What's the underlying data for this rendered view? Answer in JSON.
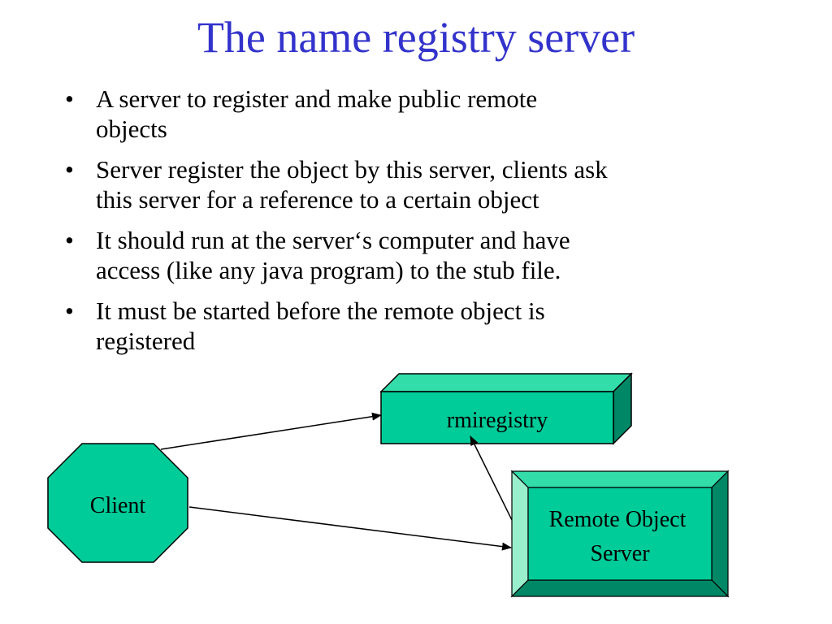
{
  "title": "The name registry server",
  "bullet_symbol": "•",
  "bullets": [
    {
      "line1": "A server to register and make public remote",
      "line2": "objects"
    },
    {
      "line1": "Server register the object by this server, clients ask",
      "line2": "this server for a reference to a certain object"
    },
    {
      "line1": "It should run at the server‘s computer and have",
      "line2": "access (like any java program) to the stub file."
    },
    {
      "line1": "It must be started before the remote object is",
      "line2": "registered"
    }
  ],
  "diagram": {
    "client_label": "Client",
    "registry_label": "rmiregistry",
    "remote_server_label_line1": "Remote Object",
    "remote_server_label_line2": "Server",
    "colors": {
      "shape_fill": "#00cc99",
      "shape_light": "#33ddaa",
      "shape_highlight": "#99eecc",
      "shape_dark": "#008866",
      "outline": "#000000",
      "title": "#3333cc"
    }
  }
}
